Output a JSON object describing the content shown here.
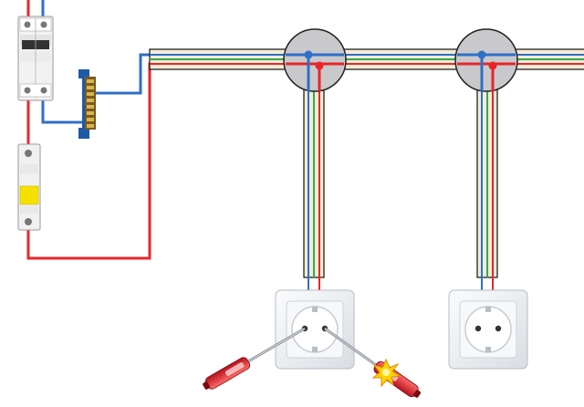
{
  "diagram": {
    "description_free": true,
    "colors": {
      "live": "#e8262a",
      "neutral": "#2f6fc6",
      "earth": "#35a852",
      "cable_sheath": "#f0e6c8",
      "cable_edge": "#111111",
      "junction_box": "#c9c9cc",
      "socket_frame": "#e9ebee",
      "glow": "#ffd400"
    },
    "components": [
      {
        "id": "double-pole-breaker",
        "kind": "circuit-breaker",
        "poles": 2
      },
      {
        "id": "single-pole-breaker",
        "kind": "circuit-breaker",
        "poles": 1
      },
      {
        "id": "neutral-busbar",
        "kind": "terminal-bar"
      },
      {
        "id": "junction-box-1",
        "kind": "junction-box"
      },
      {
        "id": "junction-box-2",
        "kind": "junction-box"
      },
      {
        "id": "socket-1",
        "kind": "wall-socket",
        "tested": true
      },
      {
        "id": "socket-2",
        "kind": "wall-socket",
        "tested": false
      },
      {
        "id": "tester-left",
        "kind": "screwdriver-voltage-tester",
        "indicator_lit": false
      },
      {
        "id": "tester-right",
        "kind": "screwdriver-voltage-tester",
        "indicator_lit": true
      }
    ]
  }
}
